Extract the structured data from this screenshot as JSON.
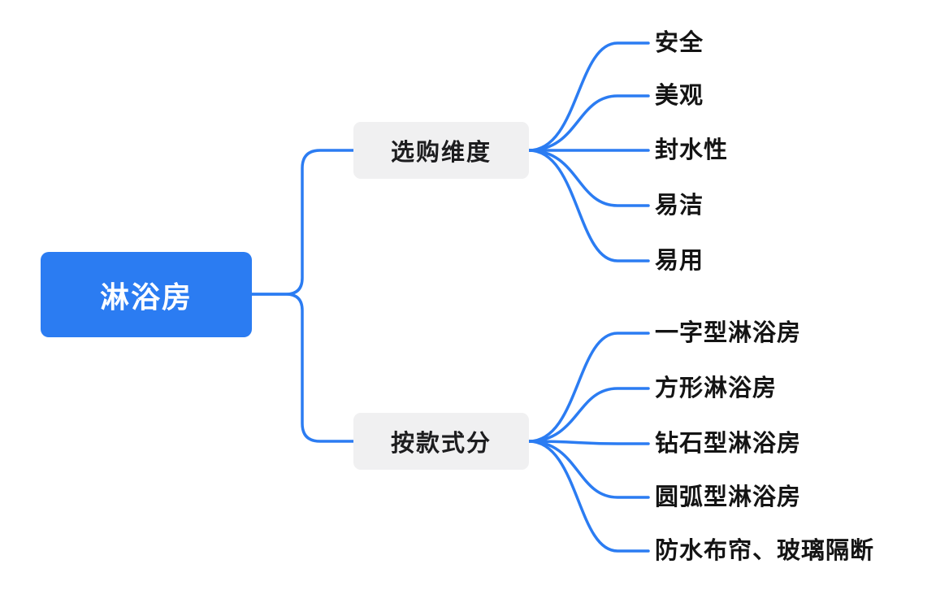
{
  "diagram": {
    "type": "mindmap",
    "root": {
      "label": "淋浴房"
    },
    "branches": [
      {
        "label": "选购维度",
        "children": [
          "安全",
          "美观",
          "封水性",
          "易洁",
          "易用"
        ]
      },
      {
        "label": "按款式分",
        "children": [
          "一字型淋浴房",
          "方形淋浴房",
          "钻石型淋浴房",
          "圆弧型淋浴房",
          "防水布帘、玻璃隔断"
        ]
      }
    ],
    "colors": {
      "accent": "#2b7cf2",
      "branch_node_bg": "#f0f0f1",
      "root_text": "#ffffff",
      "leaf_text": "#141414",
      "background": "#ffffff"
    }
  }
}
